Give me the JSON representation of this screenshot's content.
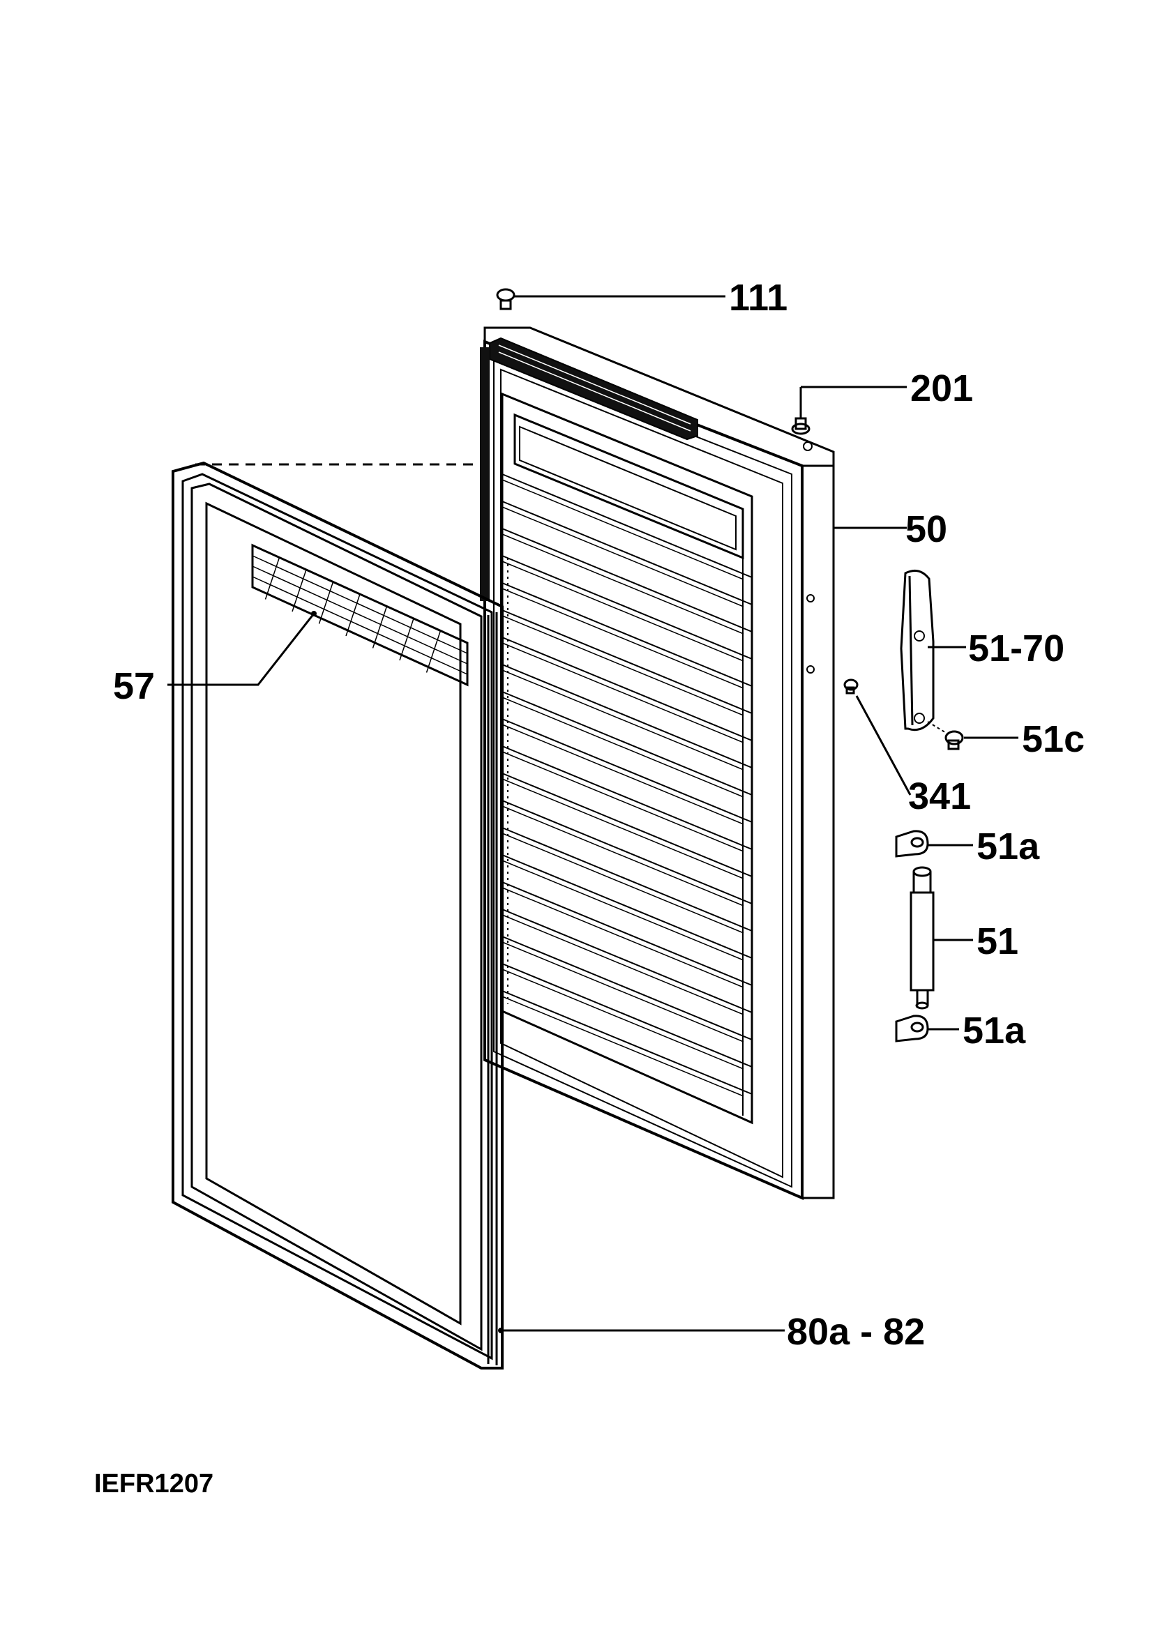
{
  "labels": {
    "p111": "111",
    "p201": "201",
    "p50": "50",
    "p57": "57",
    "p51_70": "51-70",
    "p51c": "51c",
    "p341": "341",
    "p51a_top": "51a",
    "p51": "51",
    "p51a_bottom": "51a",
    "p80a_82": "80a - 82"
  },
  "drawing_code": "IEFR1207"
}
